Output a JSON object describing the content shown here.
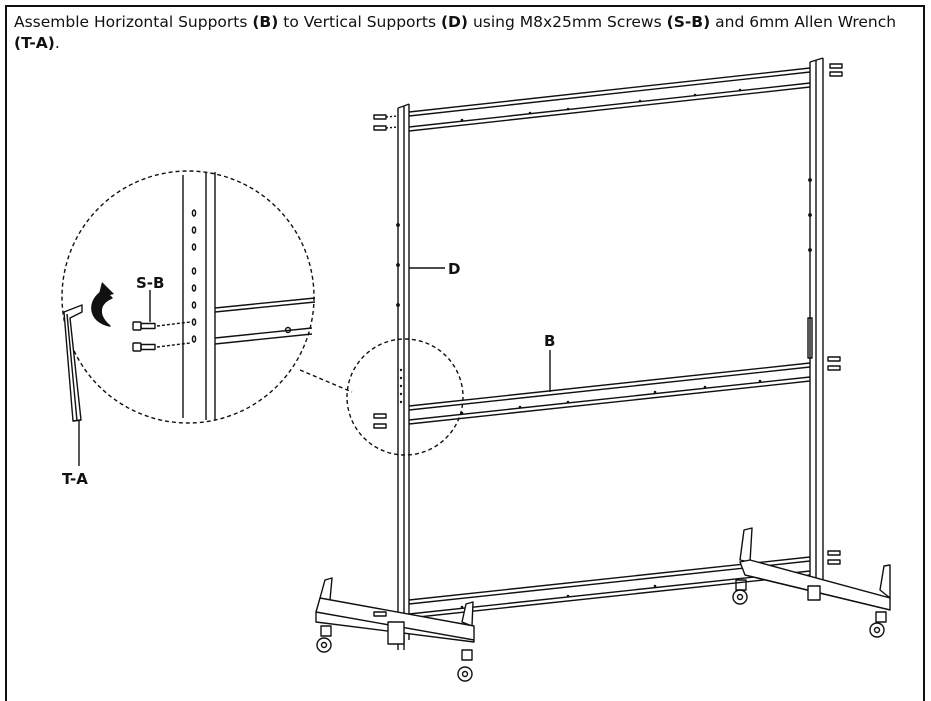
{
  "instruction": {
    "t1": "Assemble Horizontal Supports ",
    "b1": "(B)",
    "t2": " to Vertical Supports ",
    "b2": "(D)",
    "t3": " using M8x25mm Screws ",
    "b3": "(S-B)",
    "t4": " and 6mm Allen Wrench ",
    "b4": "(T-A)",
    "t5": "."
  },
  "labels": {
    "vertical_support": "D",
    "horizontal_support": "B",
    "screws": "S-B",
    "allen_wrench": "T-A"
  }
}
